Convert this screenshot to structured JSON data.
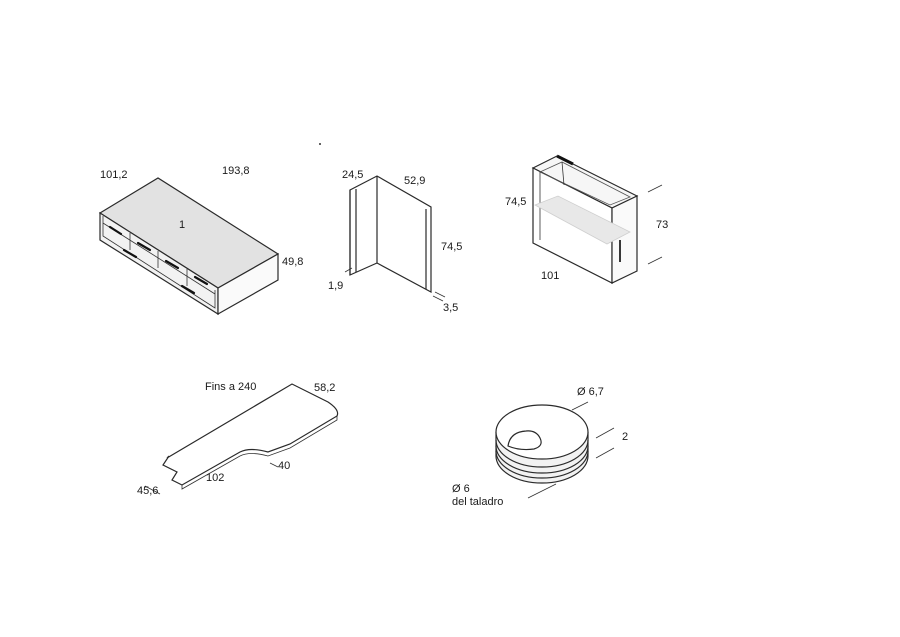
{
  "desk": {
    "width": "193,8",
    "depth": "101,2",
    "height": "49,8",
    "marker": "1"
  },
  "panel": {
    "depth_top": "24,5",
    "width_top": "52,9",
    "height": "74,5",
    "thickness_left": "1,9",
    "thickness_right": "3,5"
  },
  "cabinet": {
    "depth": "74,5",
    "width": "101",
    "height": "73"
  },
  "worktop": {
    "length_note": "Fins a 240",
    "depth": "58,2",
    "return_depth": "40",
    "return_length": "102",
    "end_depth": "45,6"
  },
  "grommet": {
    "diameter": "Ø 6,7",
    "height": "2",
    "drill_diameter": "Ø 6",
    "drill_label": "del taladro"
  },
  "colors": {
    "line": "#2a2a2a",
    "top_fill": "#e4e4e4",
    "side_fill": "#efefef",
    "shelf": "#dedede"
  }
}
